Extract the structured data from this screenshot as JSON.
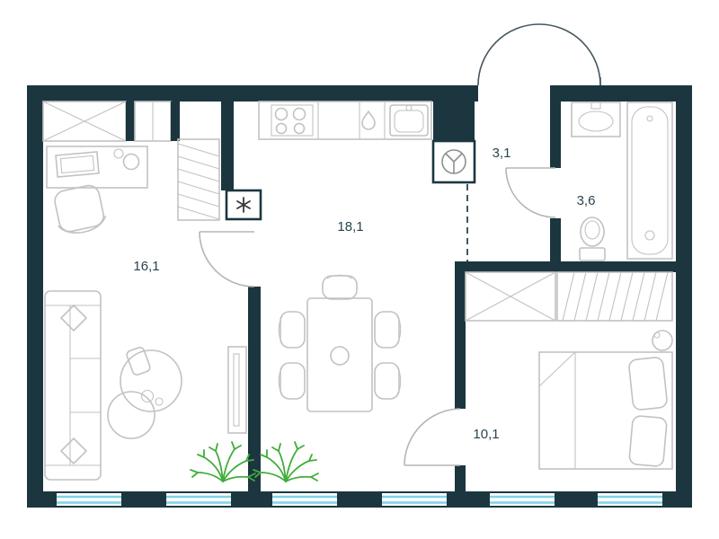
{
  "rooms": [
    {
      "name": "living-room",
      "area_label": "16,1"
    },
    {
      "name": "kitchen-dining",
      "area_label": "18,1"
    },
    {
      "name": "hallway",
      "area_label": "3,1"
    },
    {
      "name": "bathroom",
      "area_label": "3,6"
    },
    {
      "name": "bedroom",
      "area_label": "10,1"
    }
  ],
  "colors": {
    "wall": "#1c3640",
    "furniture": "#c2c2c2",
    "window": "#7fd2e8",
    "plant": "#3fae3a",
    "label": "#2a4450",
    "door_arc": "#b5b5b5",
    "entrance_arc": "#44565e"
  }
}
